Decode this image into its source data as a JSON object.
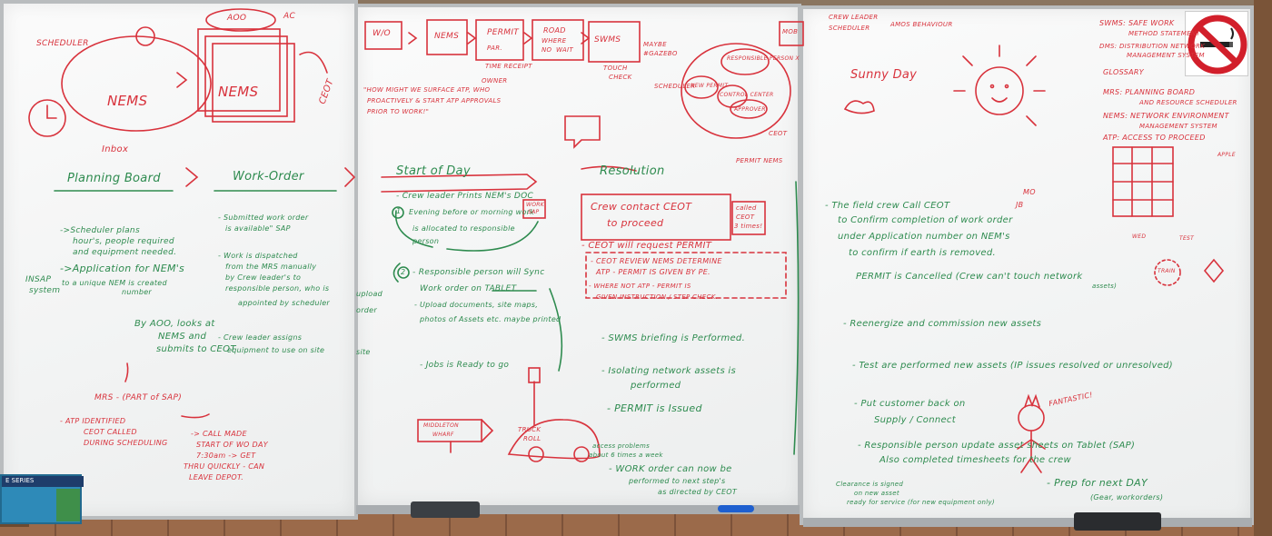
{
  "colors": {
    "green_marker": "#2e8b4f",
    "red_marker": "#d8323c",
    "board": "#f4f5f5",
    "frame": "#b9bcbe"
  },
  "icons": [
    "clock-icon",
    "sun-icon",
    "smiley-icon",
    "no-smoking-sign-icon",
    "truck-icon",
    "stick-figure-icon"
  ],
  "board1": {
    "top_left": "SCHEDULER",
    "aoo": "AOO",
    "ac": "AC",
    "nems_front": "NEMS",
    "nems_back": "NEMS",
    "ceot": "CEOT",
    "inbox": "Inbox",
    "h_planning": "Planning Board",
    "h_workorder": "Work-Order",
    "p1": "->Scheduler plans",
    "p2": "hour's, people required",
    "p3": "and equipment needed.",
    "p4": "->Application for NEM's",
    "p5": "to a unique NEM is created",
    "p6": "number",
    "insap1": "INSAP",
    "insap2": "system",
    "p7": "By AOO, looks at",
    "p8": "NEMS and",
    "p9": "submits to CEOT",
    "w1": "- Submitted work order",
    "w2": "is available\" SAP",
    "w3": "- Work is dispatched",
    "w4": "from the MRS manually",
    "w5": "by Crew leader's to",
    "w6": "responsible person, who is",
    "w7": "appointed by scheduler",
    "w8": "- Crew leader assigns",
    "w9": "equipment to use on site",
    "m1": "MRS - (PART of SAP)",
    "m2": "- ATP IDENTIFIED",
    "m3": "CEOT CALLED",
    "m4": "DURING SCHEDULING",
    "m5": "-> CALL MADE",
    "m6": "START OF WO DAY",
    "m7": "7:30am -> GET",
    "m8": "THRU QUICKLY - CAN",
    "m9": "LEAVE DEPOT."
  },
  "board2": {
    "flow1": "W/O",
    "flow2": "NEMS",
    "flow3": "PERMIT",
    "flow3b": "PAR.",
    "flow4": "ROAD",
    "flow4b": "WHERE",
    "flow4c": "NO",
    "flow4d": "WAIT",
    "flow5": "SWMS",
    "flow5b": "MAYBE",
    "flow5c": "#GAZEBO",
    "flow6": "MOB",
    "flow_note1": "TIME RECEIPT",
    "flow_note2": "OWNER",
    "flow_note3": "TOUCH",
    "flow_note4": "CHECK",
    "q1": "\"HOW MIGHT WE SURFACE ATP, WHO",
    "q2": "PROACTIVELY & START ATP APPROVALS",
    "q3": "PRIOR TO WORK!\"",
    "scheduler": "SCHEDULER",
    "c1": "NEW PERMIT",
    "c2": "RESPONSIBLE PERSON X",
    "c3": "CONTROL CENTER",
    "c4": "APPROVER",
    "ceot": "CEOT",
    "nems_req": "PERMIT NEMS",
    "h_start": "Start of Day",
    "h_res": "Resolution",
    "s1": "- Crew leader Prints NEM's DOC",
    "s2": "Evening before or morning work",
    "s3": "is allocated to responsible",
    "s4": "person",
    "sap_box1": "WORK",
    "sap_box2": "SAP",
    "n1": "1",
    "n2": "2",
    "s5": "- Responsible person will Sync",
    "s6": "Work order on TABLET",
    "s7": "- Upload documents, site maps,",
    "s8": "photos of Assets etc. maybe printed",
    "s9": "- Jobs is Ready to go",
    "r1": "Crew contact CEOT",
    "r2": "to proceed",
    "called1": "called",
    "called2": "CEOT",
    "called3": "3 times!",
    "r3": "- CEOT will request PERMIT",
    "r4": "- CEOT REVIEW NEMS DETERMINE",
    "r5": "ATP - PERMIT IS GIVEN BY PE.",
    "r6": "- WHERE NOT ATP - PERMIT IS",
    "r7": "GIVEN INSTRUCTION / STEP CHECK.",
    "r8": "- SWMS briefing is Performed.",
    "r9": "- Isolating network assets is",
    "r10": "performed",
    "r11": "- PERMIT is Issued",
    "wharf1": "MIDDLETON",
    "wharf2": "WHARF",
    "truck1": "TRUCK",
    "truck2": "ROLL",
    "access1": "access problems",
    "access2": "about 6 times a week",
    "r12": "- WORK order can now be",
    "r13": "performed to next step's",
    "r14": "as directed by CEOT",
    "left_edge1": "upload",
    "left_edge2": "order",
    "left_edge3": "site"
  },
  "board3": {
    "top1": "CREW LEADER",
    "top2": "SCHEDULER",
    "top3": "AMOS BEHAVIOUR",
    "sunny": "Sunny Day",
    "g1": "SWMS: SAFE WORK",
    "g2": "METHOD STATEMENT",
    "g3": "DMS: DISTRIBUTION NETWORK",
    "g4": "MANAGEMENT SYSTEM",
    "g5": "GLOSSARY",
    "g6": "MRS: PLANNING BOARD",
    "g7": "AND RESOURCE SCHEDULER",
    "g8": "NEMS: NETWORK ENVIRONMENT",
    "g9": "MANAGEMENT SYSTEM",
    "g10": "ATP: ACCESS TO PROCEED",
    "g11": "APPLE",
    "g12": "WED",
    "g13": "TEST",
    "g14": "TRAIN",
    "mo": "MO",
    "jb": "JB",
    "t1": "- The field crew Call CEOT",
    "t2": "to Confirm completion of work order",
    "t3": "under Application number on NEM's",
    "t4": "to confirm if earth is removed.",
    "t5": "PERMIT is Cancelled (Crew can't touch network",
    "t5b": "assets)",
    "t6": "- Reenergize and commission new assets",
    "t7": "- Test are performed new assets (IP issues resolved or unresolved)",
    "t8": "- Put customer back on",
    "t9": "Supply / Connect",
    "fantastic": "FANTASTIC!",
    "t10": "- Responsible person update asset sheets on Tablet (SAP)",
    "t11": "Also completed timesheets for the crew",
    "c1": "Clearance is signed",
    "c2": "on new asset",
    "c3": "ready for service (for new equipment only)",
    "t12": "- Prep for next DAY",
    "t13": "(Gear, workorders)"
  },
  "poster": {
    "title": "E SERIES"
  }
}
